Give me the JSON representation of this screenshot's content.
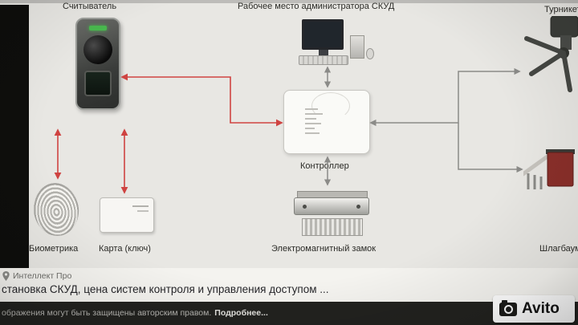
{
  "diagram": {
    "reader_label": "Считыватель",
    "admin_label": "Рабочее место администратора СКУД",
    "turnstile_label": "Турникет",
    "controller_label": "Контроллер",
    "biometrics_label": "Биометрика",
    "card_label": "Карта (ключ)",
    "lock_label": "Электромагнитный замок",
    "barrier_label": "Шлагбаум",
    "signal_color": "#cf4341",
    "wire_color": "#8b8b88"
  },
  "listing": {
    "seller": "Интеллект Про",
    "title": "становка СКУД, цена систем контроля и управления доступом ...",
    "copyright_text": "ображения могут быть защищены авторским правом.",
    "more_link": "Подробнее...",
    "brand": "Avito"
  }
}
